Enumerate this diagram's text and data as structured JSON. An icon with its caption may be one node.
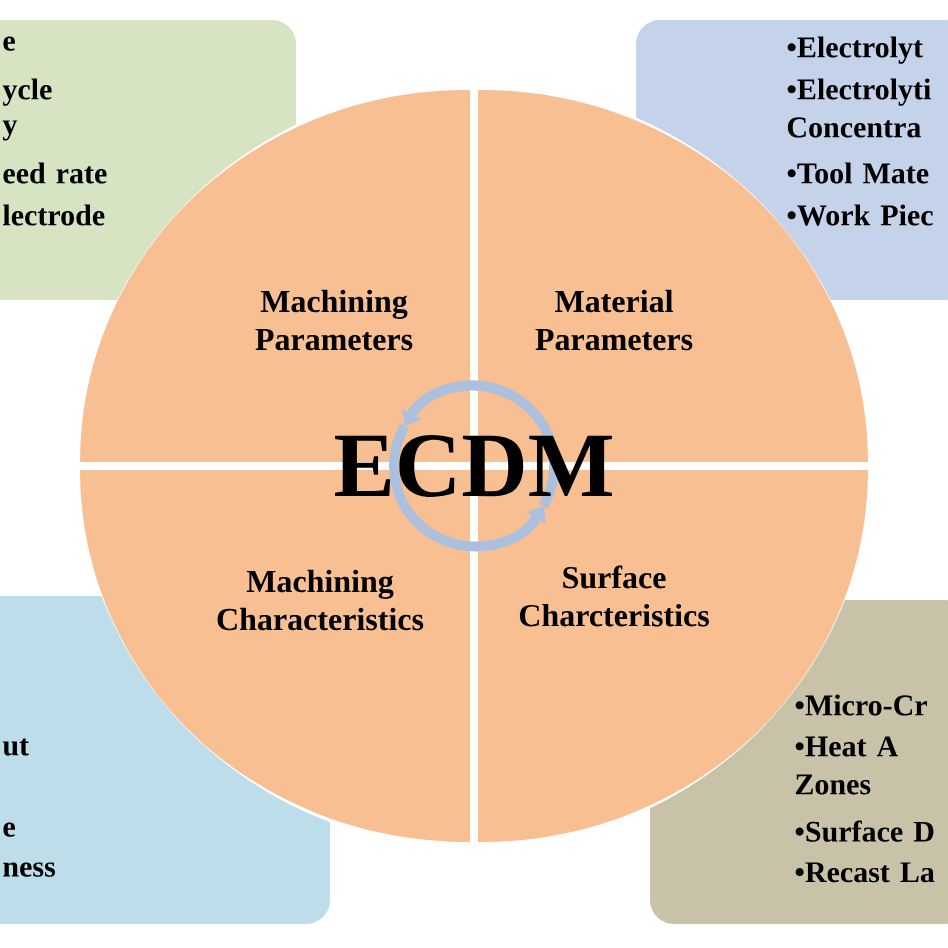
{
  "diagram": {
    "nodes": [
      {
        "text": [
          "e",
          "ycle",
          "y",
          "eed rate",
          "lectrode"
        ]
      },
      {
        "text": [
          "•Electrolyt",
          "•Electrolyti Concentra",
          "•Tool Mate",
          "•Work Piec"
        ]
      },
      {
        "text": [
          "Machining Parameters"
        ]
      },
      {
        "text": [
          "Material Parameters"
        ]
      },
      {
        "text": [
          "ECDM"
        ]
      },
      {
        "text": [
          "Machining Characteristics"
        ]
      },
      {
        "text": [
          "Surface Charcteristics"
        ]
      },
      {
        "text": [
          "ut",
          "e",
          "ness"
        ]
      },
      {
        "text": [
          "•Micro-Cr",
          "•Heat A Zones",
          "•Surface D",
          "•Recast La"
        ]
      }
    ]
  }
}
